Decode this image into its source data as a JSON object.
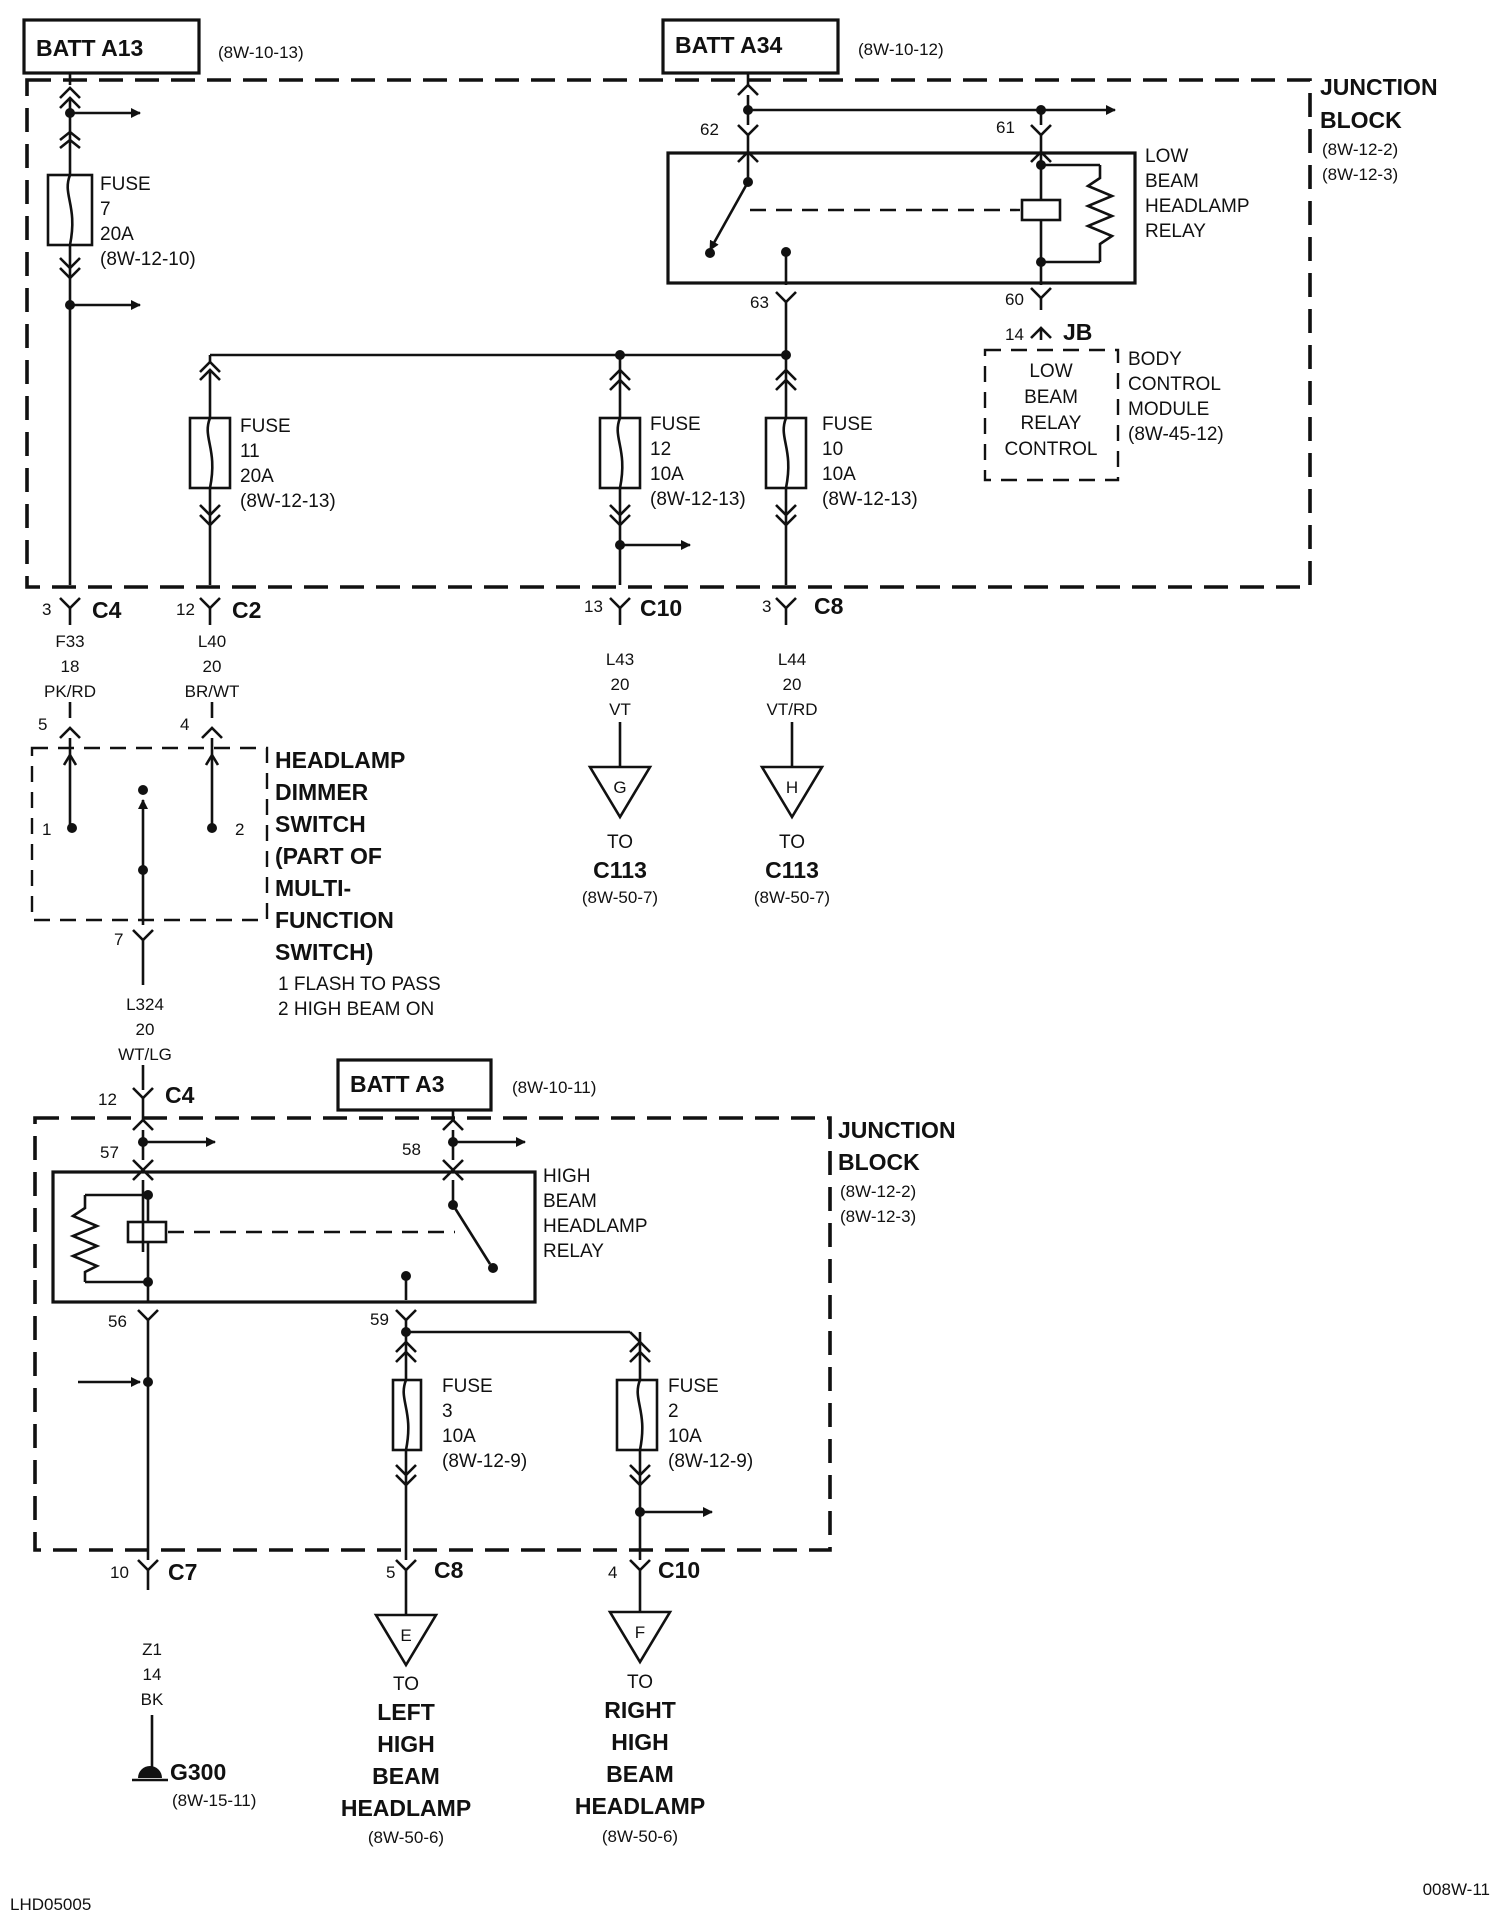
{
  "power_sources": {
    "batt_a13": "BATT A13",
    "batt_a13_ref": "(8W-10-13)",
    "batt_a34": "BATT A34",
    "batt_a34_ref": "(8W-10-12)",
    "batt_a3": "BATT A3",
    "batt_a3_ref": "(8W-10-11)"
  },
  "junction_block_top": {
    "l1": "JUNCTION",
    "l2": "BLOCK",
    "r1": "(8W-12-2)",
    "r2": "(8W-12-3)"
  },
  "junction_block_bottom": {
    "l1": "JUNCTION",
    "l2": "BLOCK",
    "r1": "(8W-12-2)",
    "r2": "(8W-12-3)"
  },
  "fuses": {
    "f7": {
      "l1": "FUSE",
      "l2": "7",
      "l3": "20A",
      "l4": "(8W-12-10)"
    },
    "f11": {
      "l1": "FUSE",
      "l2": "11",
      "l3": "20A",
      "l4": "(8W-12-13)"
    },
    "f12": {
      "l1": "FUSE",
      "l2": "12",
      "l3": "10A",
      "l4": "(8W-12-13)"
    },
    "f10": {
      "l1": "FUSE",
      "l2": "10",
      "l3": "10A",
      "l4": "(8W-12-13)"
    },
    "f3": {
      "l1": "FUSE",
      "l2": "3",
      "l3": "10A",
      "l4": "(8W-12-9)"
    },
    "f2": {
      "l1": "FUSE",
      "l2": "2",
      "l3": "10A",
      "l4": "(8W-12-9)"
    }
  },
  "low_beam_relay": {
    "l1": "LOW",
    "l2": "BEAM",
    "l3": "HEADLAMP",
    "l4": "RELAY"
  },
  "high_beam_relay": {
    "l1": "HIGH",
    "l2": "BEAM",
    "l3": "HEADLAMP",
    "l4": "RELAY"
  },
  "bcm": {
    "inner1": "LOW",
    "inner2": "BEAM",
    "inner3": "RELAY",
    "inner4": "CONTROL",
    "l1": "BODY",
    "l2": "CONTROL",
    "l3": "MODULE",
    "l4": "(8W-45-12)",
    "connector": "JB",
    "pin": "14"
  },
  "pins": {
    "p62": "62",
    "p61": "61",
    "p63": "63",
    "p60": "60",
    "p57": "57",
    "p58": "58",
    "p56": "56",
    "p59": "59",
    "sw5": "5",
    "sw4": "4",
    "sw1": "1",
    "sw2": "2",
    "sw7": "7"
  },
  "connectors": {
    "c4a_pin": "3",
    "c4a": "C4",
    "c2_pin": "12",
    "c2": "C2",
    "c10a_pin": "13",
    "c10a": "C10",
    "c8a_pin": "3",
    "c8a": "C8",
    "c4b_pin": "12",
    "c4b": "C4",
    "c7_pin": "10",
    "c7": "C7",
    "c8b_pin": "5",
    "c8b": "C8",
    "c10b_pin": "4",
    "c10b": "C10"
  },
  "wires": {
    "f33": {
      "circuit": "F33",
      "gauge": "18",
      "color": "PK/RD"
    },
    "l40": {
      "circuit": "L40",
      "gauge": "20",
      "color": "BR/WT"
    },
    "l43": {
      "circuit": "L43",
      "gauge": "20",
      "color": "VT"
    },
    "l44": {
      "circuit": "L44",
      "gauge": "20",
      "color": "VT/RD"
    },
    "l324": {
      "circuit": "L324",
      "gauge": "20",
      "color": "WT/LG"
    },
    "z1": {
      "circuit": "Z1",
      "gauge": "14",
      "color": "BK"
    }
  },
  "dimmer_switch": {
    "l1": "HEADLAMP",
    "l2": "DIMMER",
    "l3": "SWITCH",
    "l4": "(PART OF",
    "l5": "MULTI-",
    "l6": "FUNCTION",
    "l7": "SWITCH)",
    "note1": "1 FLASH TO PASS",
    "note2": "2 HIGH BEAM ON"
  },
  "destinations": {
    "g": {
      "letter": "G",
      "to": "TO",
      "name": "C113",
      "ref": "(8W-50-7)"
    },
    "h": {
      "letter": "H",
      "to": "TO",
      "name": "C113",
      "ref": "(8W-50-7)"
    },
    "e": {
      "letter": "E",
      "to": "TO",
      "n1": "LEFT",
      "n2": "HIGH",
      "n3": "BEAM",
      "n4": "HEADLAMP",
      "ref": "(8W-50-6)"
    },
    "f": {
      "letter": "F",
      "to": "TO",
      "n1": "RIGHT",
      "n2": "HIGH",
      "n3": "BEAM",
      "n4": "HEADLAMP",
      "ref": "(8W-50-6)"
    }
  },
  "ground": {
    "name": "G300",
    "ref": "(8W-15-11)"
  },
  "footer": {
    "left": "LHD05005",
    "right": "008W-11"
  }
}
